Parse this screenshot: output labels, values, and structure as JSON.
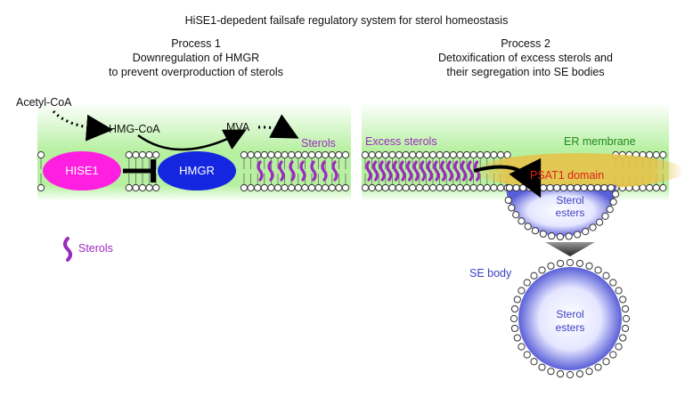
{
  "title": "HiSE1-depedent failsafe regulatory system for sterol homeostasis",
  "process1": {
    "heading": "Process 1",
    "line1": "Downregulation of HMGR",
    "line2": "to prevent overproduction of sterols",
    "acetyl_coa": "Acetyl-CoA",
    "hmg_coa": "HMG-CoA",
    "mva": "MVA",
    "sterols": "Sterols",
    "hise1": "HISE1",
    "hmgr": "HMGR"
  },
  "process2": {
    "heading": "Process 2",
    "line1": "Detoxification of excess sterols and",
    "line2": "their segregation into SE bodies",
    "excess_sterols": "Excess sterols",
    "er_membrane": "ER membrane",
    "psat1_domain": "PSAT1 domain",
    "budding_line1": "Sterol",
    "budding_line2": "esters",
    "se_body": "SE body",
    "body_line1": "Sterol",
    "body_line2": "esters"
  },
  "legend": {
    "sterols": "Sterols"
  },
  "colors": {
    "membrane_green": "#b6f0a0",
    "hise1_magenta": "#ff1fe0",
    "hmgr_blue": "#1426e0",
    "sterol_purple": "#9b2bbf",
    "psat1_yellow": "#e6c44a",
    "psat1_red": "#e0201a",
    "se_blue": "#3a3fc4",
    "er_green": "#1e8a1e"
  }
}
